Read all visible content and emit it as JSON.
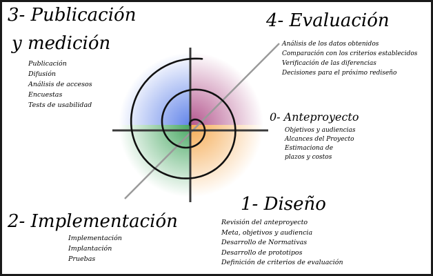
{
  "phases": {
    "publicacion": {
      "title_line1": "3- Publicación",
      "title_line2": "y medición",
      "items": [
        "Publicación",
        "Difusión",
        "Análisis de accesos",
        "Encuestas",
        "Tests de usabilidad"
      ]
    },
    "evaluacion": {
      "title": "4- Evaluación",
      "items": [
        "Análisis de los datos obtenidos",
        "Comparación con los criterios establecidos",
        "Verificación de las diferencias",
        "Decisiones para el próximo rediseño"
      ]
    },
    "anteproyecto": {
      "title": "0- Anteproyecto",
      "items": [
        "Objetivos y audiencias",
        "Alcances del Proyecto",
        "Estimaciona de",
        "plazos y costos"
      ]
    },
    "diseno": {
      "title": "1- Diseño",
      "items": [
        "Revisión del anteproyecto",
        "Meta, objetivos y audiencia",
        "Desarrollo de Normativas",
        "Desarrollo de prototipos",
        "Definición de criterios de evaluación"
      ]
    },
    "implementacion": {
      "title": "2- Implementación",
      "items": [
        "Implementación",
        "Implantación",
        "Pruebas"
      ]
    }
  },
  "colors": {
    "quadrant_top_left": "#5a7ee8",
    "quadrant_top_right": "#b04d88",
    "quadrant_bottom_left": "#3ea35a",
    "quadrant_bottom_right": "#f4a64a",
    "axes": "#3a3a3a",
    "spiral": "#111111",
    "diagonal": "#9a9a9a"
  },
  "icons": [
    "spiral-diagram"
  ]
}
